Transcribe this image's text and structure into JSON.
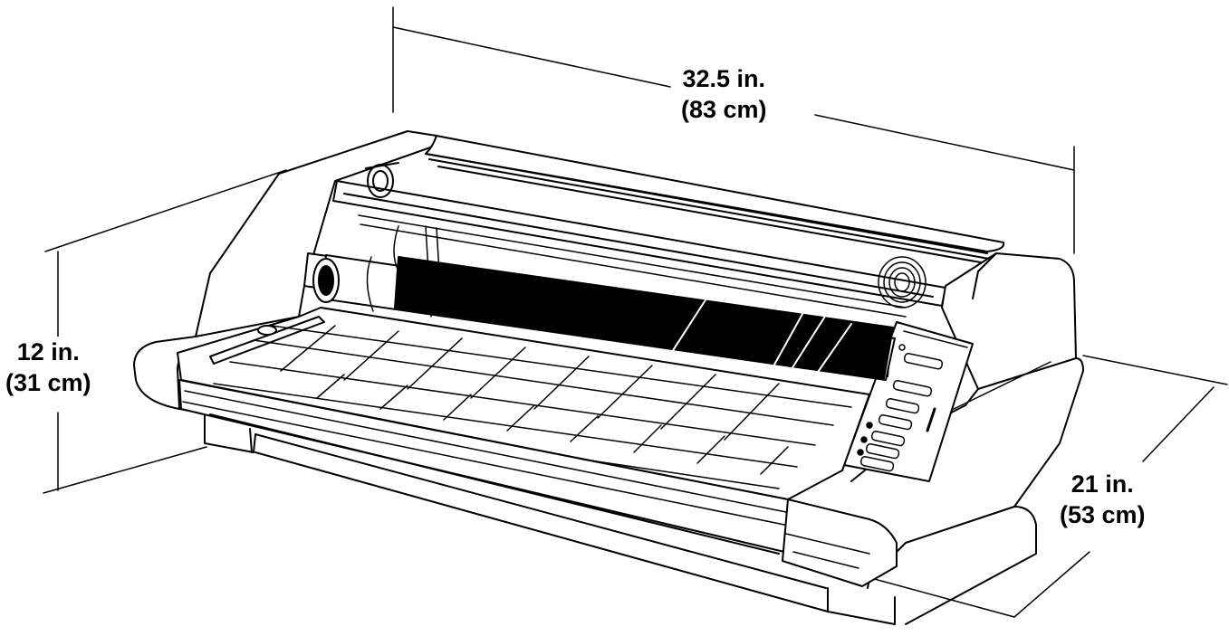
{
  "dimensions": {
    "width": {
      "imperial": "32.5 in.",
      "metric": "(83 cm)"
    },
    "height": {
      "imperial": "12 in.",
      "metric": "(31 cm)"
    },
    "depth": {
      "imperial": "21 in.",
      "metric": "(53 cm)"
    }
  },
  "colors": {
    "ink": "#000000",
    "paper": "#ffffff"
  }
}
